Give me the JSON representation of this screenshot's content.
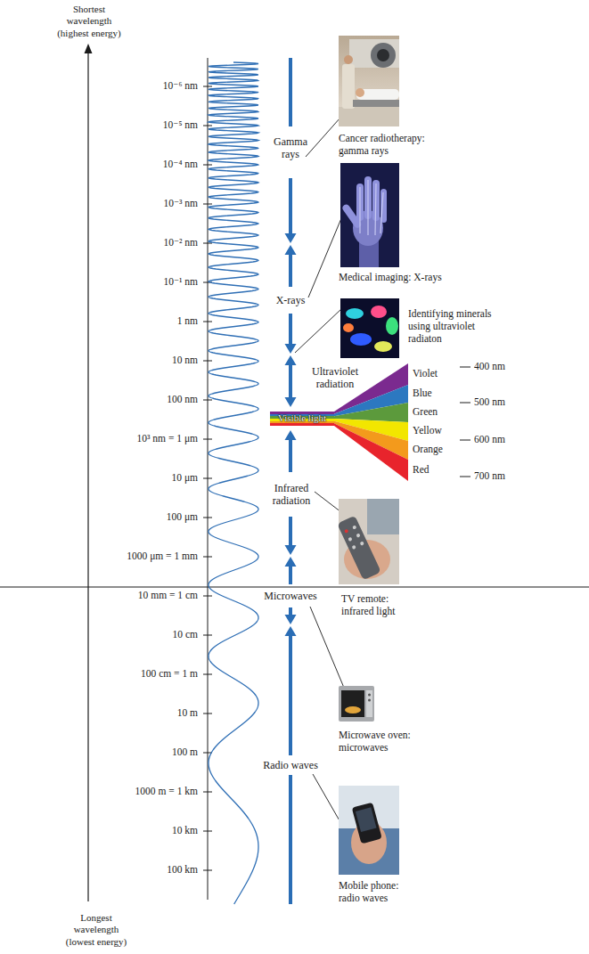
{
  "diagram": {
    "nodes": [
      {
        "text": [
          "Visible light"
        ]
      }
    ],
    "labels": [
      "Shortest wavelength (highest energy)",
      "10⁻⁶ nm",
      "10⁻⁵ nm",
      "10⁻⁴ nm",
      "10⁻³ nm",
      "10⁻² nm",
      "10⁻¹ nm",
      "1 nm",
      "10 nm",
      "100 nm",
      "10³ nm = 1 μm",
      "10 μm",
      "100 μm",
      "1000 μm = 1 mm",
      "10 mm = 1 cm",
      "10 cm",
      "100 cm = 1 m",
      "10 m",
      "100 m",
      "1000 m = 1 km",
      "10 km",
      "100 km",
      "Gamma rays",
      "X-rays",
      "Ultraviolet radiation",
      "Infrared radiation",
      "Microwaves",
      "Radio waves",
      "Violet",
      "Blue",
      "Green",
      "Yellow",
      "Orange",
      "Red",
      "400 nm",
      "500 nm",
      "600 nm",
      "700 nm",
      "Cancer radiotherapy: gamma rays",
      "Medical imaging: X-rays",
      "Identifying minerals using ultraviolet radiaton",
      "TV remote: infrared light",
      "Microwave oven: microwaves",
      "Mobile phone: radio waves",
      "Longest wavelength (lowest energy)"
    ]
  }
}
